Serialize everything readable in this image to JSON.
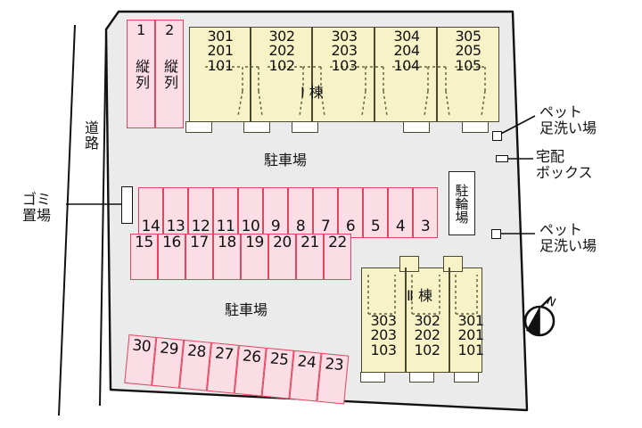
{
  "map": {
    "title": "apartment-site-plan",
    "colors": {
      "site_fill": "#ebebeb",
      "stall_fill": "#fbdde6",
      "stall_border": "#e2455f",
      "building_fill": "#f7f3c6",
      "building_border": "#4a4a30",
      "outline": "#111111"
    }
  },
  "labels": {
    "road": "道路",
    "trash": "ゴミ\n置場",
    "trash_line1": "ゴミ",
    "trash_line2": "置場",
    "parking_upper": "駐車場",
    "parking_lower": "駐車場",
    "bicycle": "駐輪場",
    "pet_wash_top_line1": "ペット",
    "pet_wash_top_line2": "足洗い場",
    "delivery_line1": "宅配",
    "delivery_line2": "ボックス",
    "pet_wash_bottom_line1": "ペット",
    "pet_wash_bottom_line2": "足洗い場",
    "compass": "N",
    "tandem": "縦列"
  },
  "buildings": [
    {
      "name": "building-1",
      "label": "Ⅰ 棟",
      "columns": [
        {
          "floors": [
            "301",
            "201",
            "101"
          ]
        },
        {
          "floors": [
            "302",
            "202",
            "102"
          ]
        },
        {
          "floors": [
            "303",
            "203",
            "103"
          ]
        },
        {
          "floors": [
            "304",
            "204",
            "104"
          ]
        },
        {
          "floors": [
            "305",
            "205",
            "105"
          ]
        }
      ]
    },
    {
      "name": "building-2",
      "label": "Ⅱ 棟",
      "columns": [
        {
          "floors": [
            "303",
            "203",
            "103"
          ]
        },
        {
          "floors": [
            "302",
            "202",
            "102"
          ]
        },
        {
          "floors": [
            "301",
            "201",
            "101"
          ]
        }
      ]
    }
  ],
  "parking": {
    "tandem_stalls": [
      "1",
      "2"
    ],
    "row_upper": [
      "14",
      "13",
      "12",
      "11",
      "10",
      "9",
      "8",
      "7",
      "6",
      "5",
      "4",
      "3"
    ],
    "row_middle": [
      "15",
      "16",
      "17",
      "18",
      "19",
      "20",
      "21",
      "22"
    ],
    "row_bottom": [
      "30",
      "29",
      "28",
      "27",
      "26",
      "25",
      "24",
      "23"
    ]
  },
  "facilities": [
    {
      "name": "pet-wash-station-top",
      "label": "ペット 足洗い場"
    },
    {
      "name": "delivery-box",
      "label": "宅配 ボックス"
    },
    {
      "name": "pet-wash-station-bottom",
      "label": "ペット 足洗い場"
    },
    {
      "name": "bicycle-parking",
      "label": "駐輪場"
    },
    {
      "name": "garbage-area",
      "label": "ゴミ置場"
    }
  ]
}
